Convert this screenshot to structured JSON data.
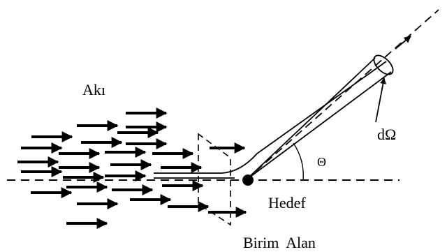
{
  "labels": {
    "flux": "Akı",
    "solid_angle": "dΩ",
    "angle": "Θ",
    "target": "Hedef",
    "unit_area": "Birim  Alan"
  },
  "flux_arrow_count": 26
}
